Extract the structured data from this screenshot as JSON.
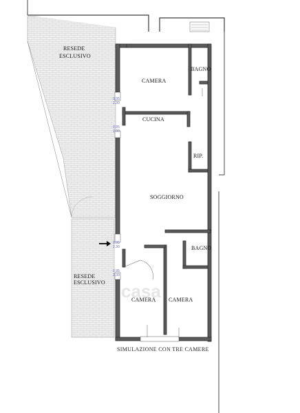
{
  "rooms": {
    "camera_top": "CAMERA",
    "bagno_top": "BAGNO",
    "cucina": "CUCINA",
    "ripostiglio": "RIP.",
    "soggiorno": "SOGGIORNO",
    "bagno_bottom": "BAGNO",
    "camera_bottom_left": "CAMERA",
    "camera_bottom_right": "CAMERA"
  },
  "gardens": {
    "top_line1": "RESEDE",
    "top_line2": "ESCLUSIVO",
    "bottom_line1": "RESEDE",
    "bottom_line2": "ESCLUSIVO"
  },
  "dimensions": {
    "d1_top": "0.95",
    "d1_bottom": "2.30",
    "d2_top": "0.95",
    "d2_bottom": "2.30",
    "d3_top": "0.95",
    "d3_bottom": "2.30",
    "d4_top": "0.95",
    "d4_bottom": "2.30"
  },
  "caption": "SIMULAZIONE CON TRE CAMERE",
  "watermark": "casa",
  "colors": {
    "wall": "#5a5a5a",
    "garden_brick": "#e4e4e4",
    "dimension_text": "#6b6bb8",
    "arrow": "#000000"
  }
}
